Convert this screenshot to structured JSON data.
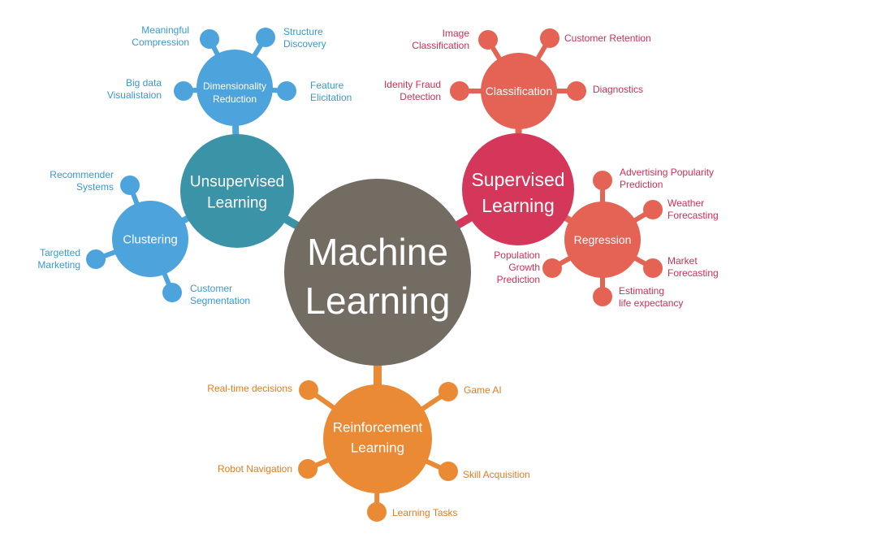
{
  "diagram": {
    "center": {
      "lines": [
        "Machine",
        "Learning"
      ]
    },
    "colors": {
      "center": "#736c63",
      "unsupervised_hub": "#3a93a6",
      "unsupervised": "#4da3dc",
      "unsupervised_text": "#3a98cf",
      "supervised_hub": "#d4375a",
      "supervised": "#e46354",
      "supervised_text": "#cc2f55",
      "reinforcement": "#ea8a35",
      "reinforcement_text": "#e07d22",
      "node_text": "#ffffff"
    },
    "unsupervised": {
      "hub": [
        "Unsupervised",
        "Learning"
      ],
      "dimensionality": {
        "title": [
          "Dimensionality",
          "Reduction"
        ],
        "leaves": [
          {
            "id": "meaningful-compression",
            "lines": [
              "Meaningful",
              "Compression"
            ]
          },
          {
            "id": "structure-discovery",
            "lines": [
              "Structure",
              "Discovery"
            ]
          },
          {
            "id": "big-data-visualisation",
            "lines": [
              "Big data",
              "Visualistaion"
            ]
          },
          {
            "id": "feature-elicitation",
            "lines": [
              "Feature",
              "Elicitation"
            ]
          }
        ]
      },
      "clustering": {
        "title": [
          "Clustering"
        ],
        "leaves": [
          {
            "id": "recommender-systems",
            "lines": [
              "Recommender",
              "Systems"
            ]
          },
          {
            "id": "targetted-marketing",
            "lines": [
              "Targetted",
              "Marketing"
            ]
          },
          {
            "id": "customer-segmentation",
            "lines": [
              "Customer",
              "Segmentation"
            ]
          }
        ]
      }
    },
    "supervised": {
      "hub": [
        "Supervised",
        "Learning"
      ],
      "classification": {
        "title": [
          "Classification"
        ],
        "leaves": [
          {
            "id": "image-classification",
            "lines": [
              "Image",
              "Classification"
            ]
          },
          {
            "id": "customer-retention",
            "lines": [
              "Customer Retention"
            ]
          },
          {
            "id": "identity-fraud-detection",
            "lines": [
              "Idenity Fraud",
              "Detection"
            ]
          },
          {
            "id": "diagnostics",
            "lines": [
              "Diagnostics"
            ]
          }
        ]
      },
      "regression": {
        "title": [
          "Regression"
        ],
        "leaves": [
          {
            "id": "advertising-popularity-prediction",
            "lines": [
              "Advertising Popularity",
              "Prediction"
            ]
          },
          {
            "id": "weather-forecasting",
            "lines": [
              "Weather",
              "Forecasting"
            ]
          },
          {
            "id": "population-growth-prediction",
            "lines": [
              "Population",
              "Growth",
              "Prediction"
            ]
          },
          {
            "id": "market-forecasting",
            "lines": [
              "Market",
              "Forecasting"
            ]
          },
          {
            "id": "estimating-life-expectancy",
            "lines": [
              "Estimating",
              "life expectancy"
            ]
          }
        ]
      }
    },
    "reinforcement": {
      "hub": [
        "Reinforcement",
        "Learning"
      ],
      "leaves": [
        {
          "id": "real-time-decisions",
          "lines": [
            "Real-time decisions"
          ]
        },
        {
          "id": "game-ai",
          "lines": [
            "Game AI"
          ]
        },
        {
          "id": "robot-navigation",
          "lines": [
            "Robot Navigation"
          ]
        },
        {
          "id": "skill-acquisition",
          "lines": [
            "Skill Acquisition"
          ]
        },
        {
          "id": "learning-tasks",
          "lines": [
            "Learning Tasks"
          ]
        }
      ]
    }
  }
}
